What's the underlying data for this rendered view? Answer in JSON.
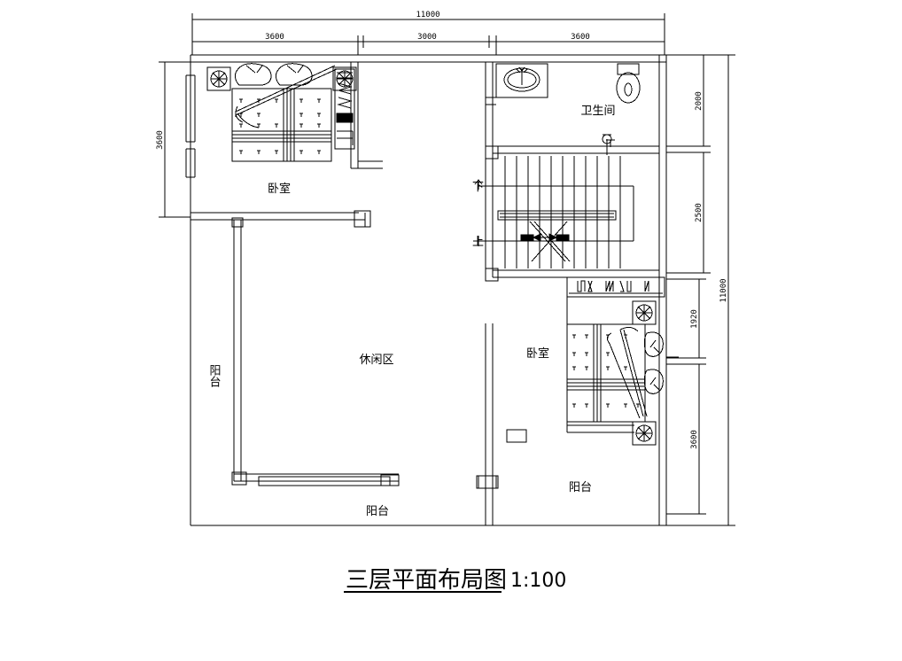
{
  "drawing": {
    "title": "三层平面布局图",
    "scale_label": "1:100",
    "sheet_background": "#ffffff",
    "line_color": "#000000"
  },
  "dimensions": {
    "top": {
      "overall": "11000",
      "segments": [
        "3600",
        "3000",
        "3600"
      ]
    },
    "right": {
      "overall": "11000",
      "segments": [
        "2000",
        "2500",
        "1920",
        "3600"
      ]
    },
    "left": {
      "segments": [
        "3600"
      ]
    }
  },
  "rooms": [
    {
      "id": "bedroom-north",
      "label": "卧室"
    },
    {
      "id": "bathroom",
      "label": "卫生间"
    },
    {
      "id": "leisure-area",
      "label": "休闲区"
    },
    {
      "id": "bedroom-south",
      "label": "卧室"
    },
    {
      "id": "balcony-west",
      "label": "阳台"
    },
    {
      "id": "balcony-south",
      "label": "阳台"
    },
    {
      "id": "balcony-southeast",
      "label": "阳台"
    }
  ],
  "stairs": {
    "down_label": "下",
    "up_label": "上"
  },
  "fixtures": [
    {
      "id": "bed-north",
      "name": "double-bed"
    },
    {
      "id": "nightstand-north-left",
      "name": "nightstand-with-lamp"
    },
    {
      "id": "nightstand-north-right",
      "name": "nightstand-with-lamp"
    },
    {
      "id": "wardrobe-north",
      "name": "wardrobe"
    },
    {
      "id": "bed-south",
      "name": "double-bed"
    },
    {
      "id": "nightstand-south-top",
      "name": "nightstand-with-lamp"
    },
    {
      "id": "nightstand-south-bottom",
      "name": "nightstand-with-lamp"
    },
    {
      "id": "wardrobe-south",
      "name": "wardrobe"
    },
    {
      "id": "sink",
      "name": "wash-basin"
    },
    {
      "id": "toilet",
      "name": "toilet"
    },
    {
      "id": "shower",
      "name": "shower-head"
    }
  ]
}
